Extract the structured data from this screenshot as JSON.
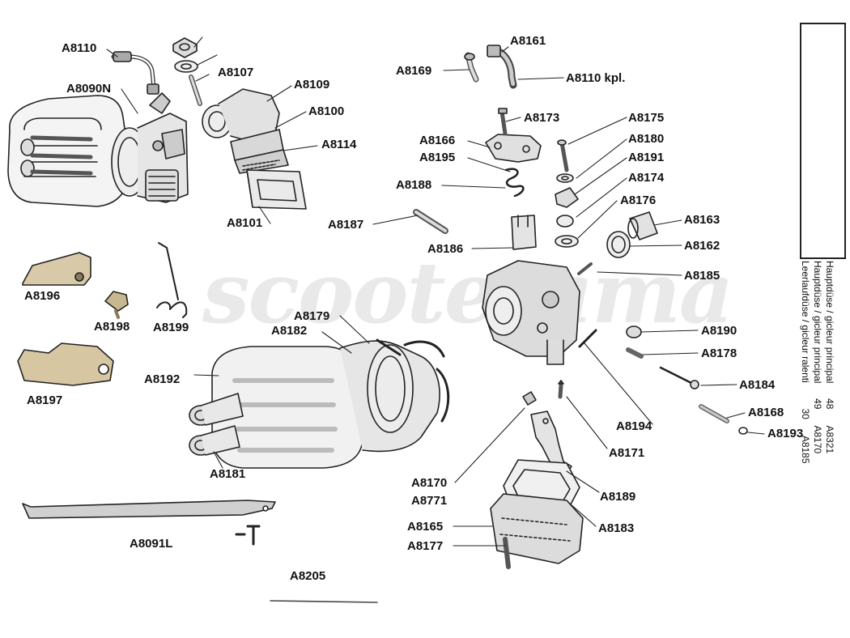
{
  "watermark": "scooterama",
  "labels": {
    "A8110": "A8110",
    "A8090N": "A8090N",
    "A8107": "A8107",
    "A8109": "A8109",
    "A8100": "A8100",
    "A8114": "A8114",
    "A8101": "A8101",
    "A8169": "A8169",
    "A8161": "A8161",
    "A8110kpl": "A8110 kpl.",
    "A8173": "A8173",
    "A8166": "A8166",
    "A8195": "A8195",
    "A8188": "A8188",
    "A8175": "A8175",
    "A8180": "A8180",
    "A8191": "A8191",
    "A8174": "A8174",
    "A8176": "A8176",
    "A8163": "A8163",
    "A8162": "A8162",
    "A8187": "A8187",
    "A8186": "A8186",
    "A8185": "A8185",
    "A8196": "A8196",
    "A8198": "A8198",
    "A8199": "A8199",
    "A8179": "A8179",
    "A8182": "A8182",
    "A8190": "A8190",
    "A8178": "A8178",
    "A8192": "A8192",
    "A8184": "A8184",
    "A8197": "A8197",
    "A8168": "A8168",
    "A8193": "A8193",
    "A8194": "A8194",
    "A8181": "A8181",
    "A8171": "A8171",
    "A8189": "A8189",
    "A8170": "A8170",
    "A8771": "A8771",
    "A8183": "A8183",
    "A8165": "A8165",
    "A8177": "A8177",
    "A8091L": "A8091L",
    "A8205": "A8205"
  },
  "jet_table": {
    "descriptions": [
      "Hauptdüse / gicleur principal",
      "Hauptdüse / gicleur principal",
      "Leerlaufdüse / gicleur ralenti"
    ],
    "sizes": [
      "48",
      "49",
      "30"
    ],
    "parts": [
      "A8321",
      "A8170",
      "A8185"
    ]
  }
}
